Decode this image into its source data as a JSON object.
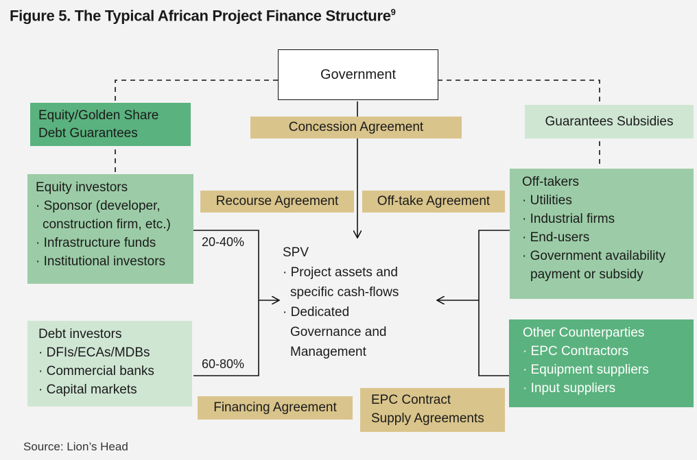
{
  "title": "Figure 5. The Typical African Project Finance Structure",
  "title_note": "9",
  "government": "Government",
  "concession": "Concession Agreement",
  "equity_golden": [
    "Equity/Golden Share",
    "Debt Guarantees"
  ],
  "guarantees_subsidies": "Guarantees Subsidies",
  "recourse": "Recourse Agreement",
  "offtake_agreement": "Off-take Agreement",
  "equity_investors": {
    "heading": "Equity investors",
    "items": [
      "· Sponsor (developer,",
      "  construction firm, etc.)",
      "· Infrastructure funds",
      "· Institutional investors"
    ]
  },
  "debt_investors": {
    "heading": "Debt investors",
    "items": [
      "· DFIs/ECAs/MDBs",
      "· Commercial banks",
      "· Capital markets"
    ]
  },
  "offtakers": {
    "heading": "Off-takers",
    "items": [
      "· Utilities",
      "· Industrial firms",
      "· End-users",
      "· Government availability",
      "  payment or subsidy"
    ]
  },
  "other_counterparties": {
    "heading": "Other Counterparties",
    "items": [
      "· EPC Contractors",
      "· Equipment suppliers",
      "· Input suppliers"
    ]
  },
  "spv": {
    "heading": "SPV",
    "items": [
      "· Project assets and",
      "  specific cash-flows",
      "· Dedicated",
      "  Governance and",
      "  Management"
    ]
  },
  "pct_equity": "20-40%",
  "pct_debt": "60-80%",
  "financing": "Financing Agreement",
  "epc": [
    "EPC Contract",
    "Supply Agreements"
  ],
  "source": "Source: Lion’s Head",
  "colors": {
    "background": "#f3f3f3",
    "tan": "#d9c48b",
    "light_green": "#cfe6d3",
    "medium_green": "#9ccca7",
    "dark_green": "#5ab27e"
  }
}
